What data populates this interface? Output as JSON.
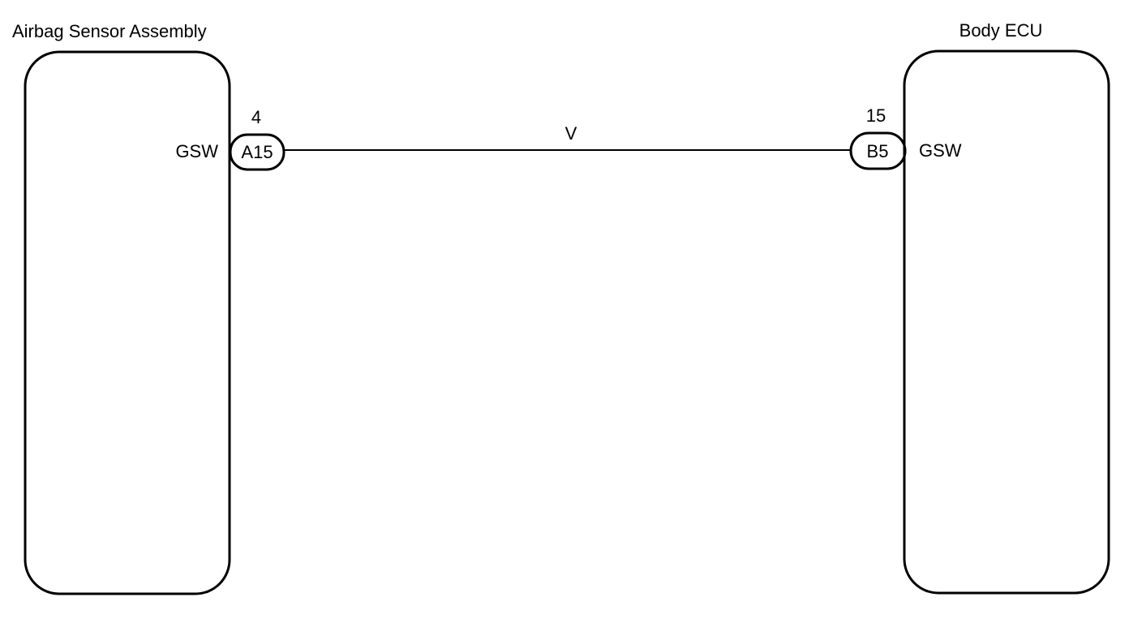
{
  "components": {
    "left": {
      "title": "Airbag Sensor Assembly",
      "pin_name": "GSW"
    },
    "right": {
      "title": "Body ECU",
      "pin_name": "GSW"
    }
  },
  "connectors": {
    "left": {
      "code": "A15",
      "pin_number": "4"
    },
    "right": {
      "code": "B5",
      "pin_number": "15"
    }
  },
  "wire": {
    "color_code": "V"
  }
}
